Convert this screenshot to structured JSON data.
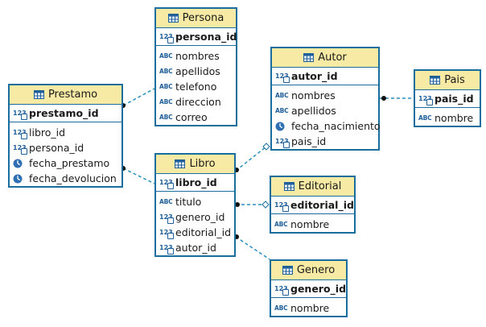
{
  "entities": {
    "persona": {
      "name": "Persona",
      "pk": "persona_id",
      "attrs": [
        [
          "abc",
          "nombres"
        ],
        [
          "abc",
          "apellidos"
        ],
        [
          "abc",
          "telefono"
        ],
        [
          "abc",
          "direccion"
        ],
        [
          "abc",
          "correo"
        ]
      ]
    },
    "prestamo": {
      "name": "Prestamo",
      "pk": "prestamo_id",
      "attrs": [
        [
          "num",
          "libro_id"
        ],
        [
          "num",
          "persona_id"
        ],
        [
          "clock",
          "fecha_prestamo"
        ],
        [
          "clock",
          "fecha_devolucion"
        ]
      ]
    },
    "libro": {
      "name": "Libro",
      "pk": "libro_id",
      "attrs": [
        [
          "abc",
          "titulo"
        ],
        [
          "num",
          "genero_id"
        ],
        [
          "num",
          "editorial_id"
        ],
        [
          "num",
          "autor_id"
        ]
      ]
    },
    "autor": {
      "name": "Autor",
      "pk": "autor_id",
      "attrs": [
        [
          "abc",
          "nombres"
        ],
        [
          "abc",
          "apellidos"
        ],
        [
          "clock",
          "fecha_nacimiento"
        ],
        [
          "num",
          "pais_id"
        ]
      ]
    },
    "pais": {
      "name": "Pais",
      "pk": "pais_id",
      "attrs": [
        [
          "abc",
          "nombre"
        ]
      ]
    },
    "editorial": {
      "name": "Editorial",
      "pk": "editorial_id",
      "attrs": [
        [
          "abc",
          "nombre"
        ]
      ]
    },
    "genero": {
      "name": "Genero",
      "pk": "genero_id",
      "attrs": [
        [
          "abc",
          "nombre"
        ]
      ]
    }
  },
  "icon_labels": {
    "abc": "ABC",
    "num": "123"
  },
  "colors": {
    "border": "#1a6e9e",
    "header": "#f6eaa4",
    "connector": "#2a8fc0",
    "icon": "#1f5f9a"
  }
}
